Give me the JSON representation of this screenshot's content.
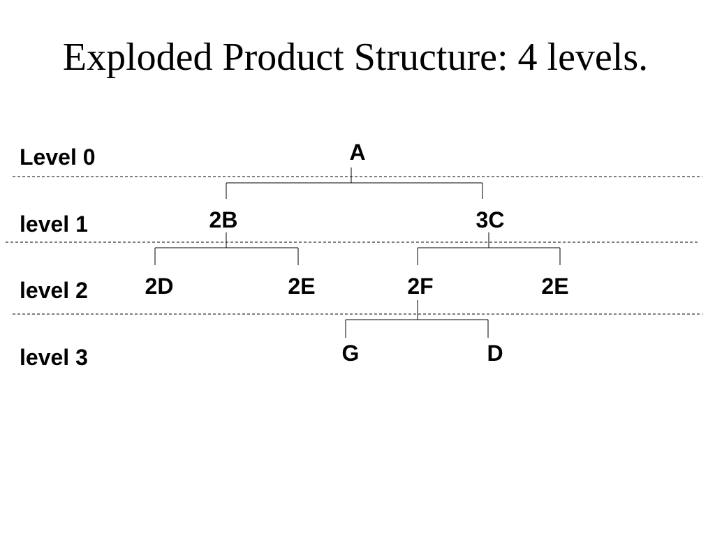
{
  "title": "Exploded Product Structure: 4 levels.",
  "levels": [
    {
      "label": "Level 0"
    },
    {
      "label": "level 1"
    },
    {
      "label": "level 2"
    },
    {
      "label": "level 3"
    }
  ],
  "nodes": {
    "a": "A",
    "b": "2B",
    "c": "3C",
    "d_under_b": "2D",
    "e_under_b": "2E",
    "f_under_c": "2F",
    "e_under_c": "2E",
    "g_under_f": "G",
    "d_under_f": "D"
  },
  "edges": [
    [
      "a",
      "b"
    ],
    [
      "a",
      "c"
    ],
    [
      "b",
      "d_under_b"
    ],
    [
      "b",
      "e_under_b"
    ],
    [
      "c",
      "f_under_c"
    ],
    [
      "c",
      "e_under_c"
    ],
    [
      "f_under_c",
      "g_under_f"
    ],
    [
      "f_under_c",
      "d_under_f"
    ]
  ]
}
